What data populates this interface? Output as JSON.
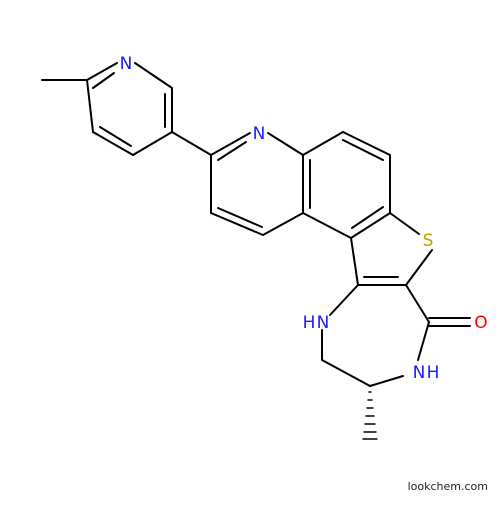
{
  "atoms": {
    "n_pyridine_top": "N",
    "n_quinoline": "N",
    "s_thiophene": "S",
    "o_carbonyl": "O",
    "nh_upper": "H",
    "n_upper": "N",
    "nh_lower": "H",
    "n_lower": "N"
  },
  "colors": {
    "nitrogen": "#1a1aff",
    "sulfur": "#c8a000",
    "oxygen": "#ff0000",
    "bond": "#000000"
  },
  "watermark": "lookchem.com"
}
